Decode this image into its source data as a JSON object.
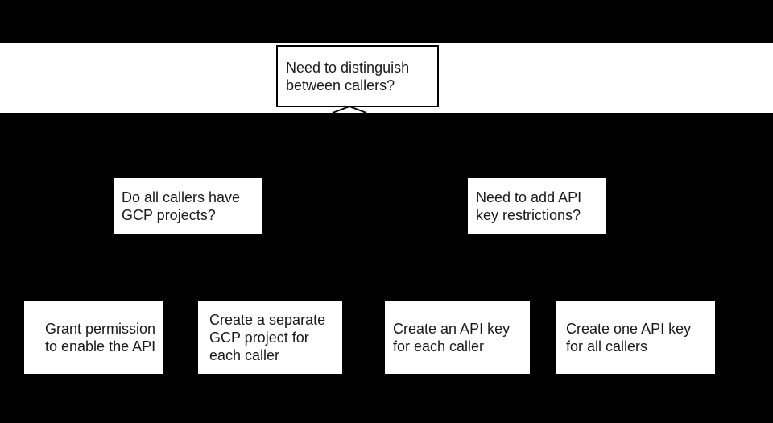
{
  "diagram": {
    "title_node": {
      "text": "Need to distinguish\nbetween callers?"
    },
    "decision_nodes": [
      {
        "id": "gcp-projects",
        "text": "Do all callers have\nGCP projects?"
      },
      {
        "id": "api-key-restrictions",
        "text": "Need to add API\nkey restrictions?"
      }
    ],
    "action_nodes": [
      {
        "id": "grant-permission",
        "text": "Grant permission\nto enable the API"
      },
      {
        "id": "separate-gcp-project",
        "text": "Create a separate\nGCP project for\neach caller"
      },
      {
        "id": "api-key-each-caller",
        "text": "Create an API key\nfor each caller"
      },
      {
        "id": "api-key-all-callers",
        "text": "Create one API key\nfor all callers"
      }
    ],
    "icons": {
      "branch_arrow": "chevron-up"
    },
    "colors": {
      "background": "#000000",
      "band": "#ffffff",
      "node_fill": "#ffffff",
      "node_border": "#000000",
      "text": "#1a1a1a"
    }
  }
}
